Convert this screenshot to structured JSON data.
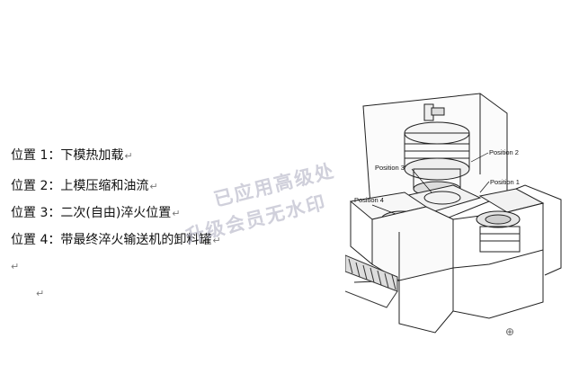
{
  "positions": [
    {
      "text": "位置 1：下模热加载"
    },
    {
      "text": "位置 2：上模压缩和油流"
    },
    {
      "text": "位置 3：二次(自由)淬火位置"
    },
    {
      "text": "位置 4：带最终淬火输送机的卸料罐"
    }
  ],
  "paragraph_mark": "↵",
  "figure": {
    "labels": {
      "position_1": "Position 1",
      "position_2": "Position 2",
      "position_3": "Position 3",
      "position_4": "Position 4"
    }
  },
  "watermark": {
    "line1": "已应用高级处",
    "line2": "升级会员无水印"
  }
}
